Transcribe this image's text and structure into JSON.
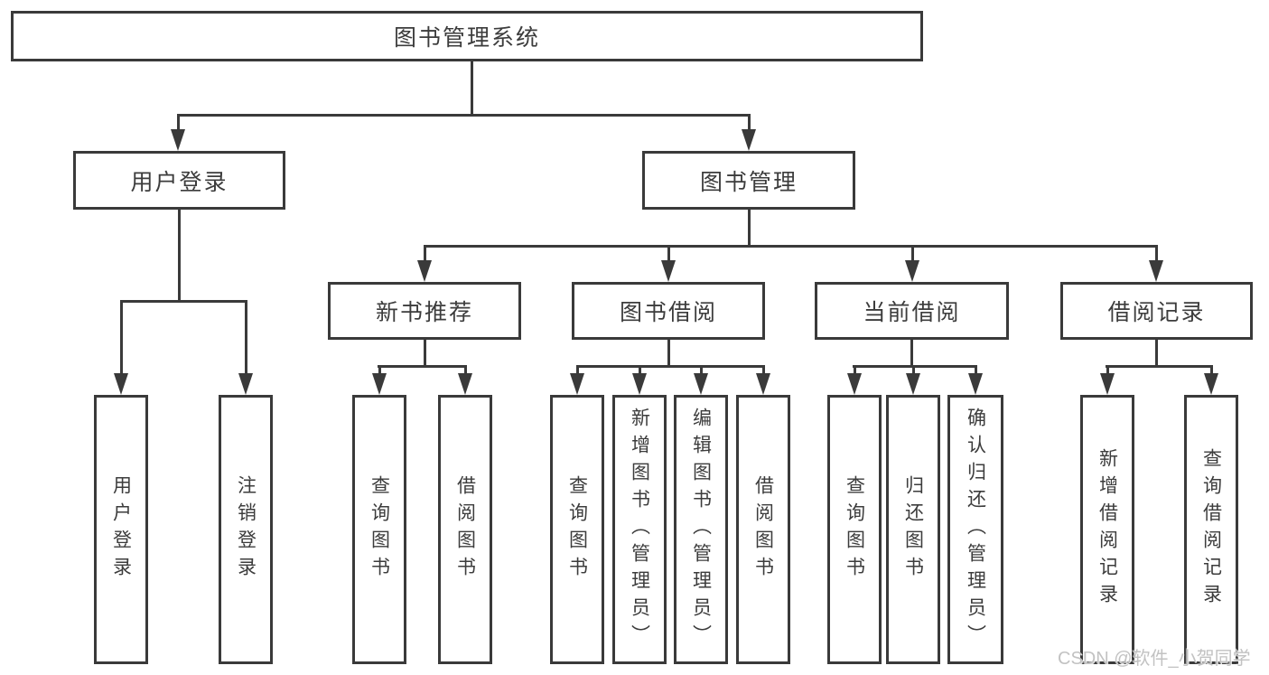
{
  "diagram": {
    "root": "图书管理系统",
    "level2": {
      "login": "用户登录",
      "manage": "图书管理"
    },
    "level3": {
      "recommend": "新书推荐",
      "borrow": "图书借阅",
      "current": "当前借阅",
      "records": "借阅记录"
    },
    "leaves": {
      "login": [
        "用户登录",
        "注销登录"
      ],
      "recommend": [
        "查询图书",
        "借阅图书"
      ],
      "borrow": [
        "查询图书",
        "新增图书（管理员）",
        "编辑图书（管理员）",
        "借阅图书"
      ],
      "current": [
        "查询图书",
        "归还图书",
        "确认归还（管理员）"
      ],
      "records": [
        "新增借阅记录",
        "查询借阅记录"
      ]
    }
  },
  "watermark": {
    "text": "CSDN @软件_小贺同学"
  },
  "colors": {
    "line": "#3a3a3a",
    "text": "#3c3c3c",
    "watermark": "#c2c2c2",
    "background": "#ffffff"
  }
}
